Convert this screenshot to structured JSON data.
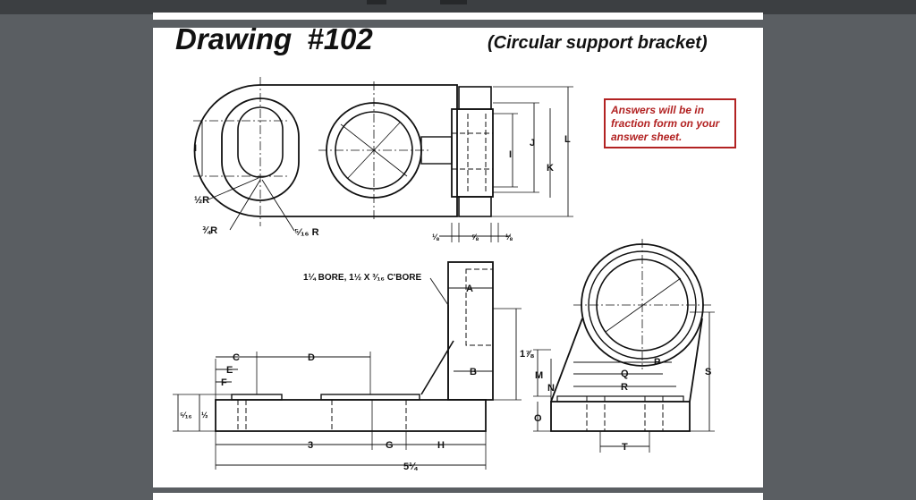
{
  "document": {
    "title": "Drawing  #102",
    "subtitle": "(Circular support bracket)",
    "note": "Answers will be in fraction form on your answer sheet."
  },
  "top_view": {
    "labels": {
      "I": "I",
      "J": "J",
      "K": "K",
      "L": "L",
      "radius_half": "½R",
      "radius_three_quarter": "¾R",
      "radius_five_sixteenths": "⁵⁄₁₆ R",
      "dim_bottom_1": "⅛",
      "dim_bottom_2": "⅝",
      "dim_bottom_3": "⅛"
    }
  },
  "front_view": {
    "bore_callout": "1¼ BORE, 1½ X ³⁄₁₆ C'BORE",
    "labels": {
      "A": "A",
      "B": "B",
      "C": "C",
      "D": "D",
      "E": "E",
      "F": "F",
      "G": "G",
      "H": "H",
      "three": "3",
      "overall": "5¼",
      "height": "1⅞",
      "left_1": "⁵⁄₁₆",
      "left_2": "½"
    }
  },
  "side_view": {
    "labels": {
      "M": "M",
      "N": "N",
      "O": "O",
      "P": "P",
      "Q": "Q",
      "R": "R",
      "S": "S",
      "T": "T"
    }
  }
}
